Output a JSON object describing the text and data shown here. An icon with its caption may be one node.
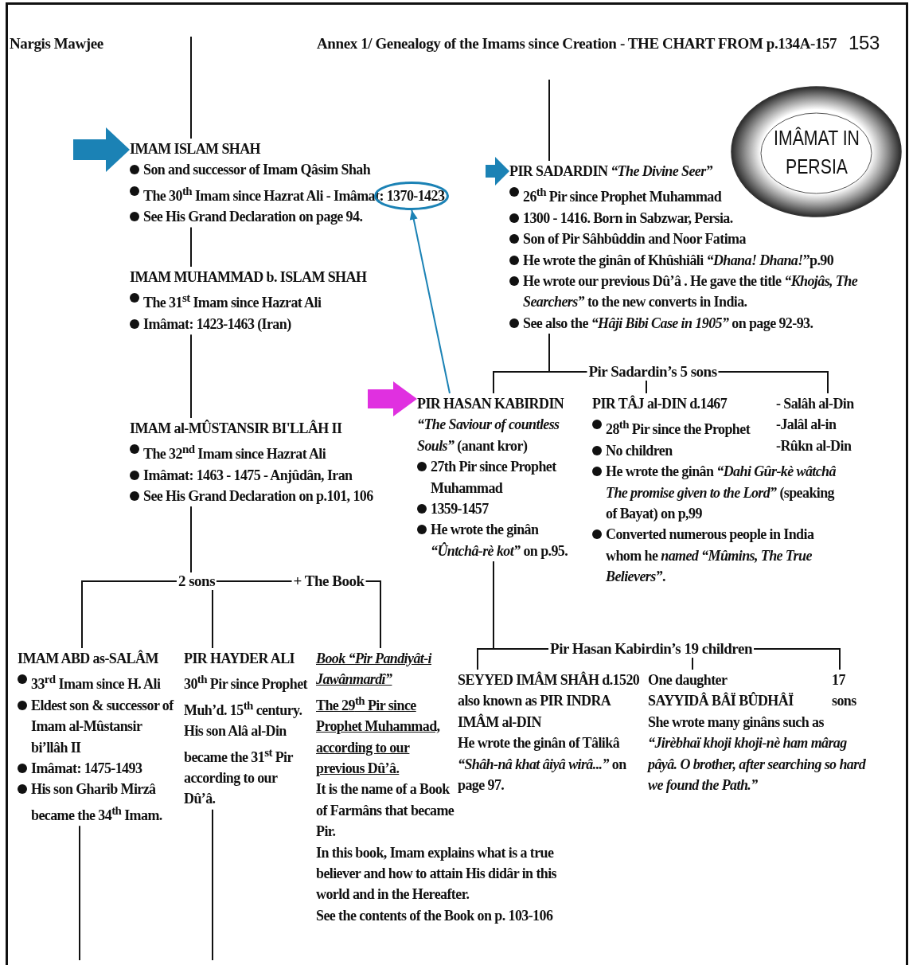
{
  "diagram": {
    "title": "Annex 1/ Genealogy of the Imams since Creation - THE CHART FROM p.134A-157",
    "nodes": [
      {
        "text": [
          "IMÂMAT IN PERSIA"
        ]
      },
      {
        "text": [
          "IMAM ISLAM SHAH",
          "Son and successor of Imam Qâsim Shah",
          "The 30$^{th}$ Imam since Hazrat Ali - Imâmat: 1370-1423",
          "See His Grand Declaration on page 94."
        ]
      },
      {
        "text": [],
        "shape": "ellipse",
        "in": 1
      },
      {
        "text": [
          "PIR SADARDIN *“The Divine Seer”*",
          "26$^{th}$ Pir since Prophet Muhammad",
          "1300 - 1416. Born in Sabzwar, Persia.",
          "Son of Pir Sâhbûddin and Noor Fatima",
          "He wrote the ginân of Khûshiâli *“Dhana! Dhana!*”p.90",
          "He wrote our previous Dû’â . He gave the title *“Khojâs, The Searchers”* to the new converts in India.",
          "See also the *“Hâji Bibi Case in 1905”* on page 92-93."
        ]
      },
      {
        "text": [
          "IMAM MUHAMMAD b. ISLAM SHAH",
          "The 31$^{st}$ Imam since Hazrat Ali",
          "Imâmat: 1423-1463 (Iran)"
        ]
      },
      {
        "text": [
          "PIR HASAN KABIRDIN",
          "*“The Saviour of countless Souls”* (anant kror)",
          "27th Pir since Prophet Muhammad",
          "1359-1457",
          "He wrote the ginân *“Ûntchâ-rè kot”* on p.95."
        ]
      },
      {
        "text": [
          "PIR TÂJ al-DIN d.1467",
          "28$^{th}$ Pir since the Prophet",
          "No children",
          "He wrote the ginân *“Dahi Gûr-kè wâtchâ The promise given to the Lord”* (speaking of Bayat) on p,99",
          "Converted numerous people in India whom he *named “Mûmins, The True Believers”*."
        ]
      },
      {
        "text": [
          "- Salâh al-Din",
          "-Jalâl al-in",
          "-Rûkn al-Din"
        ]
      },
      {
        "text": [
          "IMAM al-MÛSTANSIR BI'LLÂH II",
          "The 32$^{nd}$ Imam since Hazrat Ali",
          "Imâmat: 1463 - 1475 - Anjûdân, Iran",
          "See His Grand Declaration on p.101, 106"
        ]
      },
      {
        "text": [
          "IMAM ABD as-SALÂM",
          "33$^{rd}$ Imam since H. Ali",
          "Eldest son & successor of Imam al-Mûstansir bi’llâh II",
          "Imâmat: 1475-1493",
          "His son Gharib Mirzâ became the 34$^{th}$ Imam."
        ]
      },
      {
        "text": [
          "PIR HAYDER ALI",
          "30$^{th}$ Pir since Prophet Muh’d. 15$^{th}$ century. His son Alâ al-Din became the 31$^{st}$ Pir according to our Dû’â."
        ]
      },
      {
        "text": [
          "Book “Pir Pandiyât-i Jawânmardî”",
          "The 29$^{th}$ Pir since Prophet Muhammad, according to our previous Dû’â.",
          "It is the name of a Book of Farmâns that became Pir.",
          "In this book, Imam explains what is a true believer and how to attain His didâr in this world and in the Hereafter.",
          "See the contents of the Book on p. 103-106"
        ]
      },
      {
        "text": [
          "SEYYED IMÂM SHÂH d.1520",
          "also known as PIR INDRA IMÂM al-DIN",
          "He wrote the ginân of Tâlikâ *“Shâh-nâ khat âiyâ wirâ...”* on page 97."
        ]
      },
      {
        "text": [
          "One daughter",
          "SAYYIDÂ BÂÏ BÛDHÂÏ",
          "She wrote many ginâns such as *“Jirèbhaï khoji khoji-nè ham mârag pâyâ. O brother, after searching so hard we found the Path.”*"
        ]
      },
      {
        "text": [
          "17 sons"
        ]
      }
    ],
    "edges": [
      {
        "from": null,
        "to": 1,
        "arrow": "none"
      },
      {
        "from": null,
        "to": 3,
        "arrow": "none"
      },
      {
        "from": null,
        "to": 1,
        "arrow": "to",
        "style": "thick",
        "color": "#1b82b5"
      },
      {
        "from": null,
        "to": 3,
        "arrow": "to",
        "style": "thick",
        "color": "#1b82b5"
      },
      {
        "from": null,
        "to": 5,
        "arrow": "to",
        "style": "thick",
        "color": "#e030e0"
      },
      {
        "from": 5,
        "to": 2,
        "arrow": "to",
        "color": "#1b82b5"
      },
      {
        "from": 1,
        "to": 4,
        "arrow": "none"
      },
      {
        "from": 4,
        "to": 8,
        "arrow": "none"
      },
      {
        "from": 3,
        "to": 5,
        "arrow": "none"
      },
      {
        "from": 3,
        "to": 6,
        "arrow": "none",
        "label": "Pir Sadardin’s 5 sons"
      },
      {
        "from": 3,
        "to": 7,
        "arrow": "none"
      },
      {
        "from": 8,
        "to": 9,
        "arrow": "none"
      },
      {
        "from": 8,
        "to": 10,
        "arrow": "none",
        "label": "2 sons"
      },
      {
        "from": 8,
        "to": 11,
        "arrow": "none",
        "label": "+ The Book"
      },
      {
        "from": 5,
        "to": 12,
        "arrow": "none"
      },
      {
        "from": 5,
        "to": 13,
        "arrow": "none",
        "label": "Pir Hasan Kabirdin’s 19 children"
      },
      {
        "from": 5,
        "to": 14,
        "arrow": "none"
      },
      {
        "from": 9,
        "to": null,
        "arrow": "none"
      },
      {
        "from": 10,
        "to": null,
        "arrow": "none"
      }
    ],
    "labels": [
      "Nargis Mawjee",
      "153"
    ]
  }
}
